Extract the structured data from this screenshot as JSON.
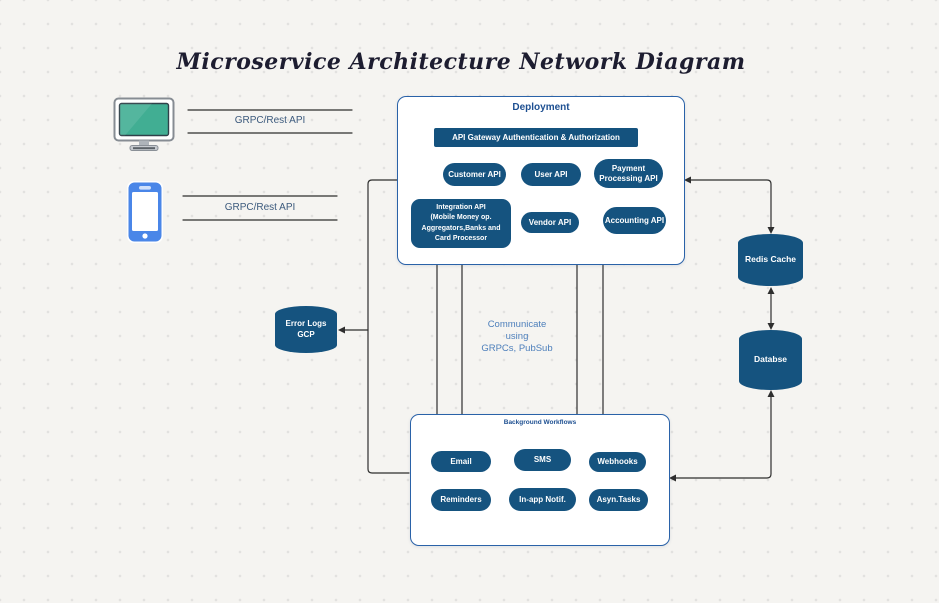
{
  "title": "Microservice Architecture Network Diagram",
  "clients": {
    "desktop_label": "GRPC/Rest API",
    "mobile_label": "GRPC/Rest API"
  },
  "deployment": {
    "title": "Deployment",
    "gateway_label": "API Gateway Authentication & Authorization",
    "pills": [
      {
        "label": "Customer API"
      },
      {
        "label": "User API"
      },
      {
        "label": "Payment Processing API"
      },
      {
        "label": "Vendor API"
      },
      {
        "label": "Accounting API"
      }
    ],
    "integration_label": "Integration API\n(Mobile Money op.\nAggregators,Banks and\nCard Processor"
  },
  "communication_note": "Communicate\nusing\nGRPCs, PubSub",
  "datastores": {
    "cache_label": "Redis Cache",
    "database_label": "Databse",
    "error_logs_label": "Error Logs\nGCP"
  },
  "background_workflows": {
    "title": "Background Workflows",
    "pills": [
      {
        "label": "Email"
      },
      {
        "label": "SMS"
      },
      {
        "label": "Webhooks"
      },
      {
        "label": "Reminders"
      },
      {
        "label": "In-app Notif."
      },
      {
        "label": "Asyn.Tasks"
      }
    ]
  },
  "colors": {
    "shape_fill": "#15537f",
    "box_border": "#2a62a8",
    "accent_text": "#1d4f91",
    "note_text": "#4d7fbb",
    "connector": "#2e2e2e",
    "desktop_screen": "#41ae93",
    "phone_blue": "#4a86e8",
    "canvas_bg": "#f5f4f1"
  }
}
